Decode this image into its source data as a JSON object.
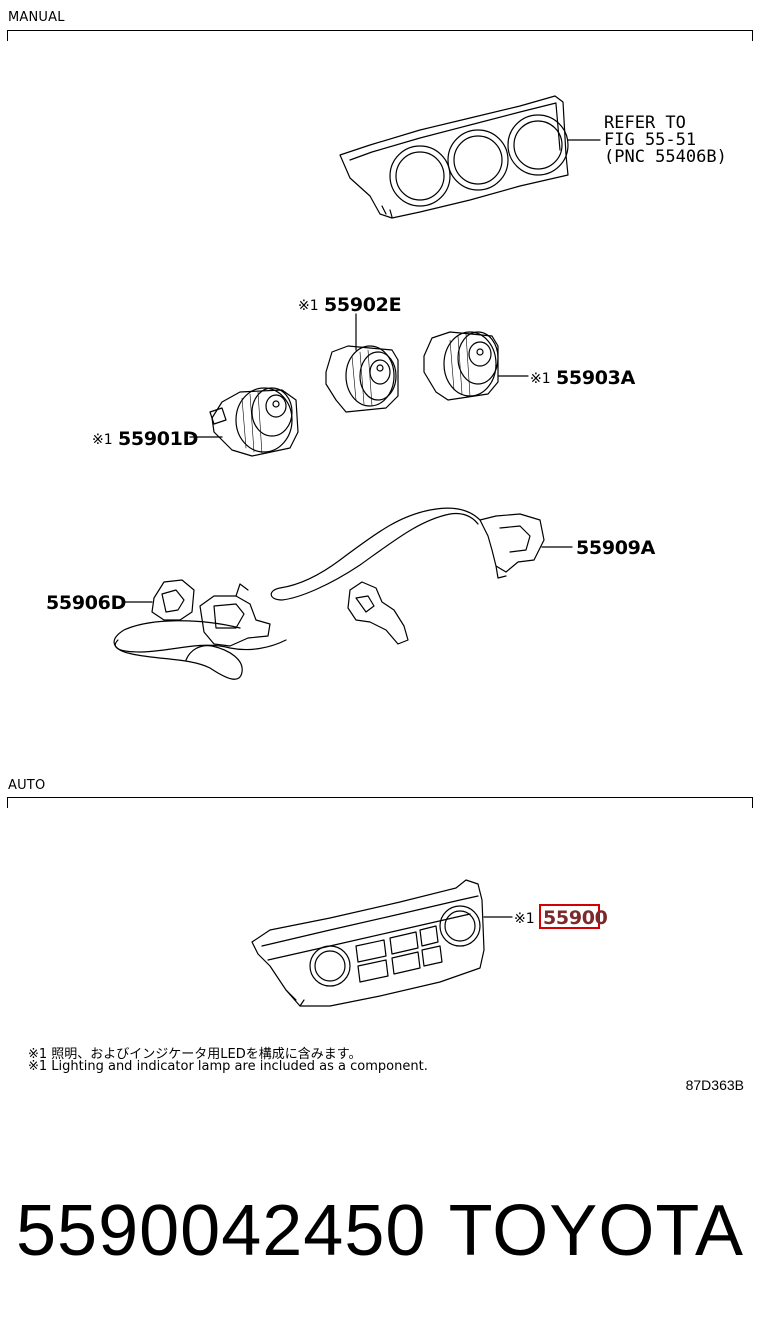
{
  "sections": {
    "manual_label": "MANUAL",
    "auto_label": "AUTO"
  },
  "callouts": {
    "refer_line1": "REFER TO",
    "refer_line2": "FIG 55-51",
    "refer_line3": "(PNC 55406B)",
    "mark": "※1",
    "part_55902E": "55902E",
    "part_55903A": "55903A",
    "part_55901D": "55901D",
    "part_55909A": "55909A",
    "part_55906D": "55906D",
    "part_55900": "55900"
  },
  "notes": {
    "jp": "※1 照明、およびインジケータ用LEDを構成に含みます。",
    "en": "※1 Lighting and indicator lamp are included as a component."
  },
  "diagram_code": "87D363B",
  "footer": {
    "part_number": "5590042450",
    "brand": "TOYOTA"
  },
  "colors": {
    "highlight": "#d40000"
  }
}
